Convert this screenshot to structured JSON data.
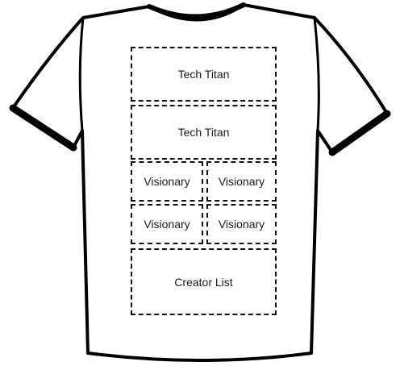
{
  "layout": {
    "colors": {
      "outline": "#000000",
      "fill": "#ffffff",
      "dash": "#111111",
      "text": "#1a1a1a"
    },
    "slots": [
      {
        "id": "tech-titan-1",
        "label": "Tech Titan"
      },
      {
        "id": "tech-titan-2",
        "label": "Tech Titan"
      },
      {
        "id": "visionary-1",
        "label": "Visionary"
      },
      {
        "id": "visionary-2",
        "label": "Visionary"
      },
      {
        "id": "visionary-3",
        "label": "Visionary"
      },
      {
        "id": "visionary-4",
        "label": "Visionary"
      },
      {
        "id": "creator-list",
        "label": "Creator List"
      }
    ]
  }
}
